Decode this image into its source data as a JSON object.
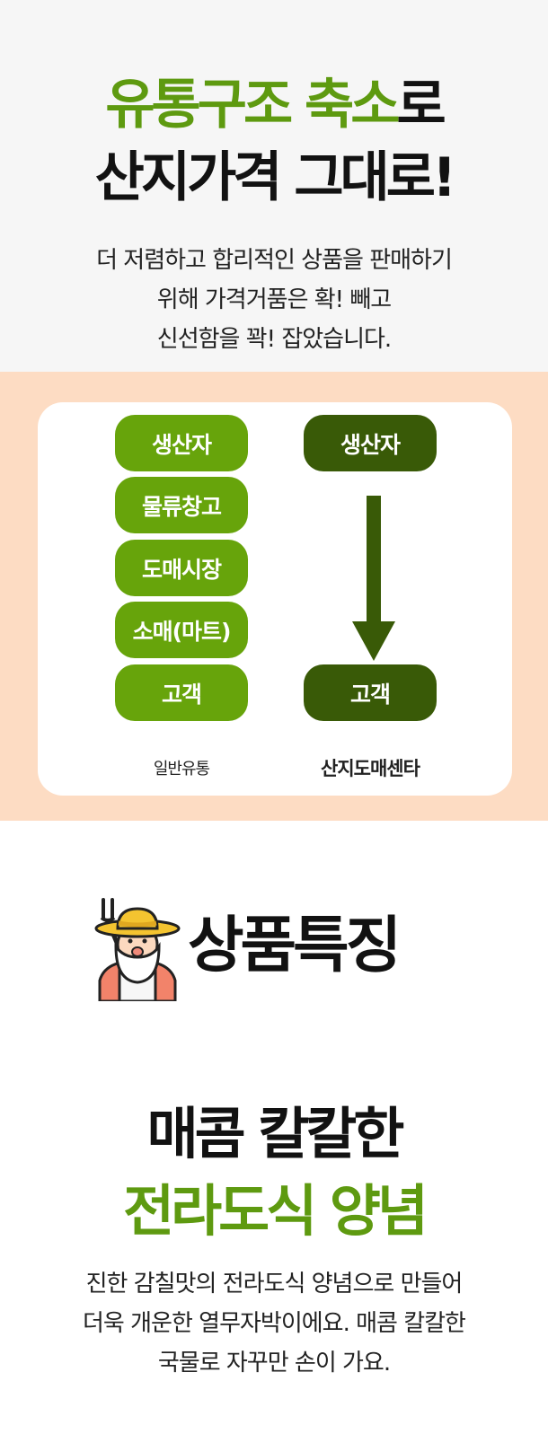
{
  "intro": {
    "headline1_green": "유통구조 축소",
    "headline1_dark": "로",
    "headline2": "산지가격 그대로!",
    "desc_lines": [
      "더 저렴하고 합리적인 상품을 판매하기",
      "위해 가격거품은 확! 빼고",
      "신선함을 꽉! 잡았습니다."
    ]
  },
  "flow": {
    "general": {
      "steps": [
        "생산자",
        "물류창고",
        "도매시장",
        "소매(마트)",
        "고객"
      ],
      "caption": "일반유통"
    },
    "direct": {
      "steps": [
        "생산자",
        "고객"
      ],
      "caption": "산지도매센타"
    },
    "colors": {
      "general": "#67a40b",
      "direct": "#395a07",
      "band": "#fddcc3"
    }
  },
  "features": {
    "icon": "farmer-mascot-icon",
    "title": "상품특징",
    "headline1": "매콤 칼칼한",
    "headline2": "전라도식 양념",
    "desc_lines": [
      "진한 감칠맛의 전라도식 양념으로 만들어",
      "더욱 개운한 열무자박이에요. 매콤 칼칼한",
      "국물로 자꾸만 손이 가요."
    ]
  }
}
